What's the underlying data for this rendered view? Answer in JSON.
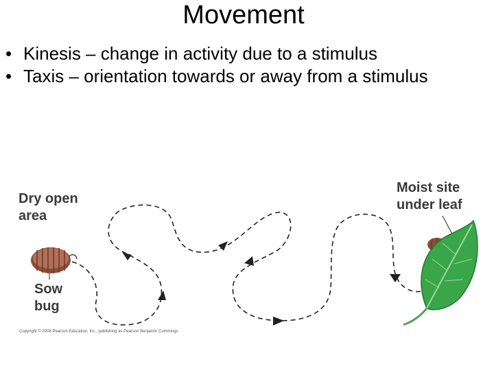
{
  "slide": {
    "title": "Movement",
    "bullets": [
      {
        "marker": "•",
        "text": "Kinesis – change in activity due to a stimulus"
      },
      {
        "marker": "•",
        "text": "Taxis – orientation towards or away from a stimulus"
      }
    ]
  },
  "figure": {
    "labels": {
      "dry_open_area": "Dry open area",
      "moist_site": "Moist site under leaf",
      "sow_bug": "Sow bug"
    },
    "copyright": "Copyright © 2008 Pearson Education, Inc., publishing as Pearson Benjamin Cummings."
  },
  "colors": {
    "text": "#000000",
    "label": "#3a3a3a",
    "path": "#222222",
    "bug_body": "#a0604a",
    "leaf": "#3aa64a",
    "leaf_dark": "#1f7a2e"
  }
}
